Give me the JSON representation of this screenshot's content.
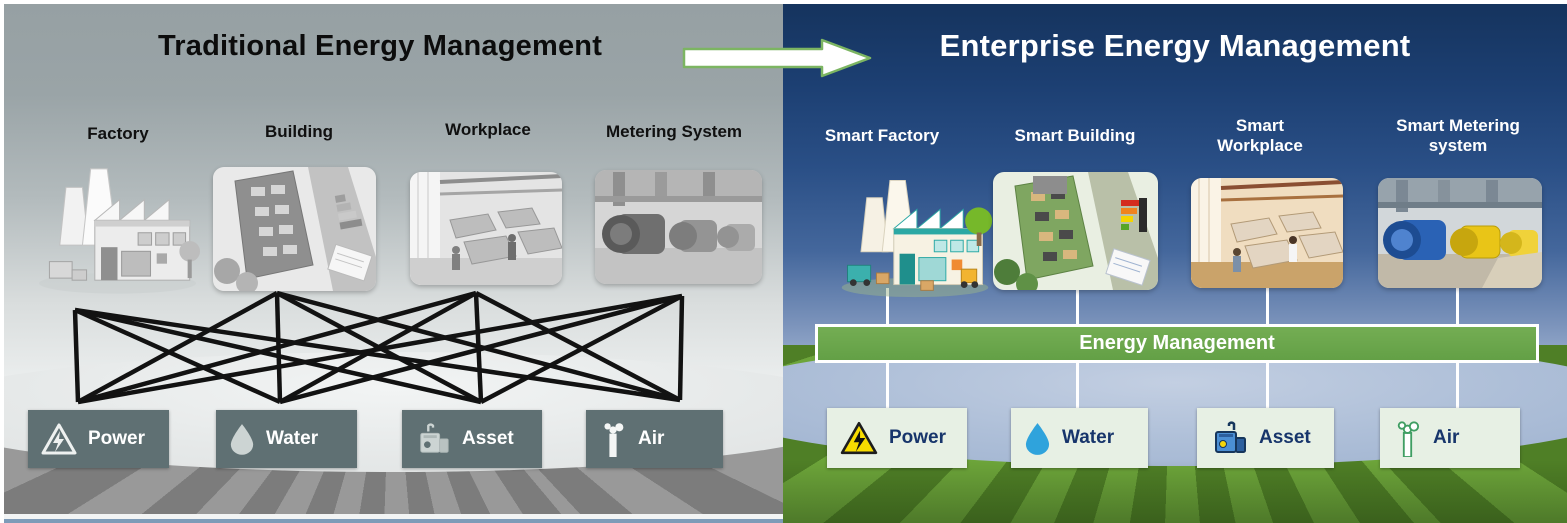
{
  "left_panel": {
    "title": "Traditional Energy Management",
    "columns": [
      {
        "label": "Factory",
        "image": "factory-illustration-grayscale"
      },
      {
        "label": "Building",
        "image": "building-photo-grayscale"
      },
      {
        "label": "Workplace",
        "image": "workplace-photo-grayscale"
      },
      {
        "label": "Metering System",
        "image": "metering-photo-grayscale"
      }
    ],
    "utilities": [
      {
        "label": "Power",
        "icon": "power-warning-icon"
      },
      {
        "label": "Water",
        "icon": "water-drop-icon"
      },
      {
        "label": "Asset",
        "icon": "asset-boiler-icon"
      },
      {
        "label": "Air",
        "icon": "air-chimney-icon"
      }
    ]
  },
  "transition": {
    "icon": "right-arrow-icon"
  },
  "right_panel": {
    "title": "Enterprise Energy Management",
    "columns": [
      {
        "label": "Smart Factory",
        "image": "smart-factory-illustration"
      },
      {
        "label": "Smart Building",
        "image": "smart-building-photo"
      },
      {
        "label": "Smart Workplace",
        "image": "smart-workplace-photo"
      },
      {
        "label": "Smart Metering system",
        "image": "smart-metering-photo"
      }
    ],
    "energy_bar_label": "Energy Management",
    "utilities": [
      {
        "label": "Power",
        "icon": "power-warning-icon"
      },
      {
        "label": "Water",
        "icon": "water-drop-icon"
      },
      {
        "label": "Asset",
        "icon": "asset-boiler-icon"
      },
      {
        "label": "Air",
        "icon": "air-chimney-icon"
      }
    ]
  },
  "colors": {
    "left_background": "#97a1a4",
    "right_background_top": "#15335d",
    "energy_bar_green": "#68a24b",
    "arrow_border_green": "#7cb562",
    "gray_box": "#5f7073",
    "light_box": "#e7f0e4",
    "navy_text": "#17356b",
    "warning_yellow": "#f8dc00",
    "water_blue": "#2fa3dc",
    "asset_blue": "#3e7dc2",
    "smoke_green": "#3f9e62"
  }
}
